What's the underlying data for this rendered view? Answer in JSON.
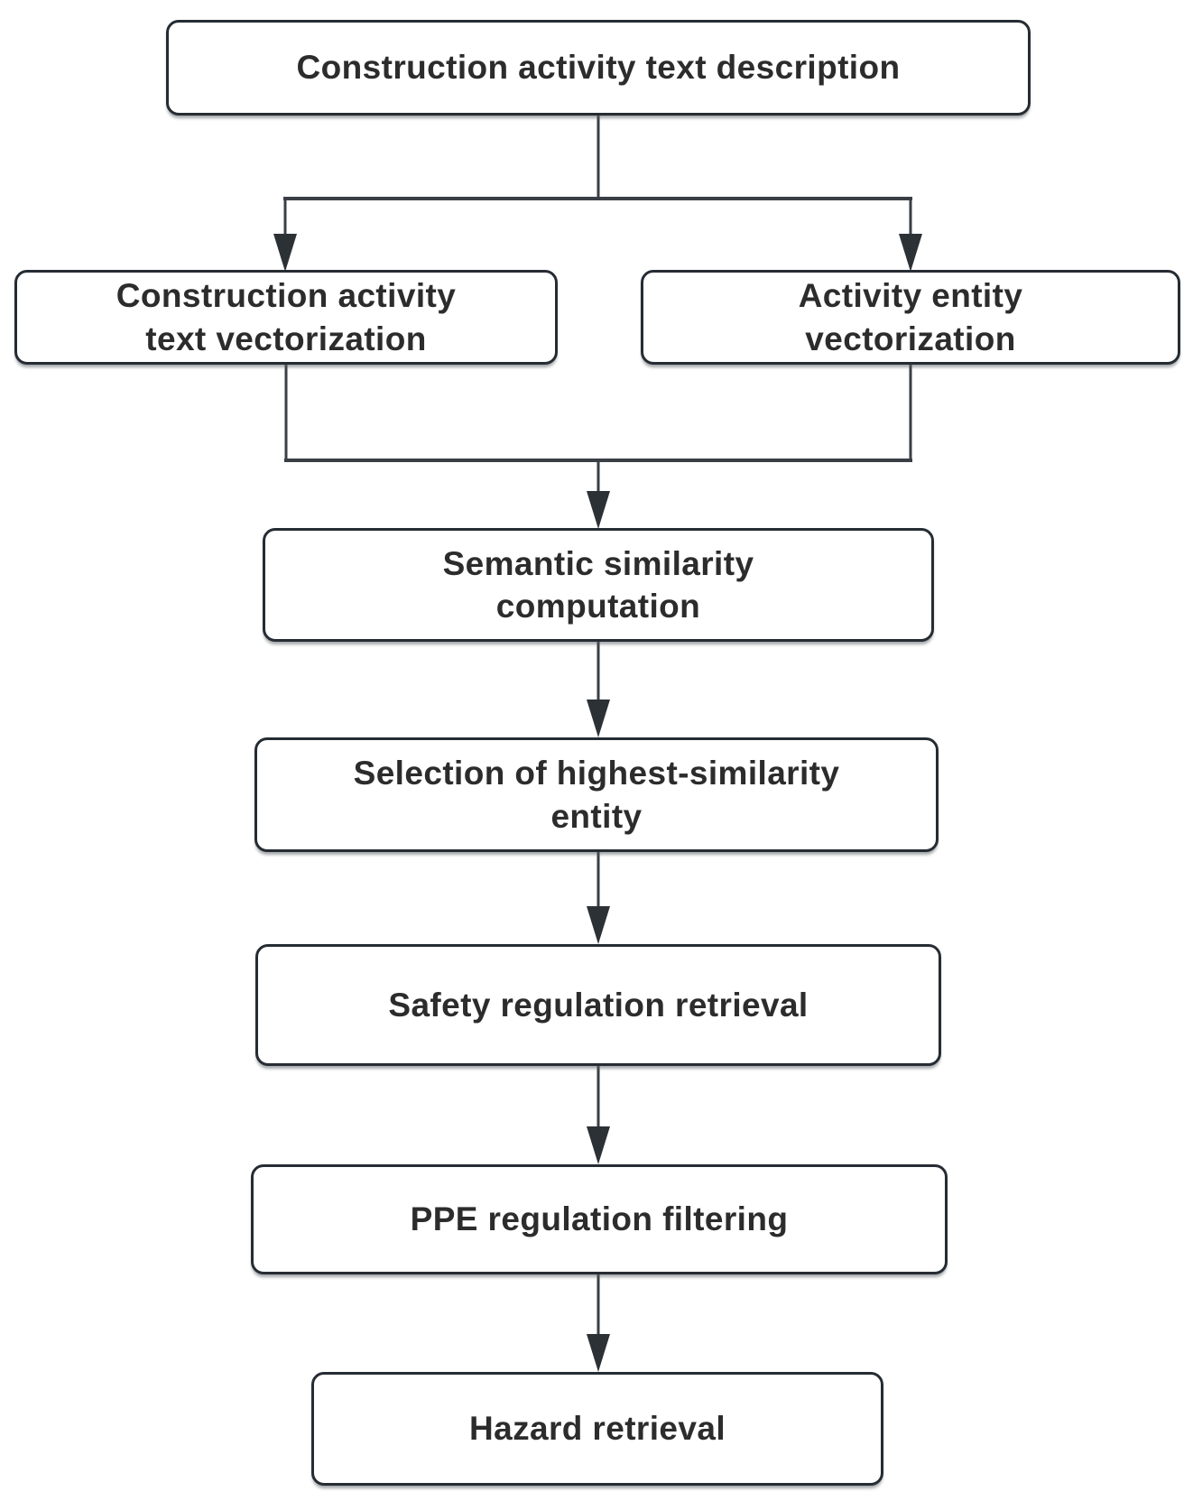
{
  "diagram": {
    "type": "flowchart",
    "direction": "top-down",
    "colors": {
      "background": "#ffffff",
      "box_fill": "#ffffff",
      "box_border": "#262c33",
      "text": "#2c2c2c",
      "connector": "#3a3f45",
      "arrowhead": "#2c3136"
    },
    "nodes": [
      {
        "id": "construction-activity-text-description",
        "label": "Construction activity text description"
      },
      {
        "id": "construction-activity-text-vectorization",
        "label": "Construction activity\ntext vectorization"
      },
      {
        "id": "activity-entity-vectorization",
        "label": "Activity entity\nvectorization"
      },
      {
        "id": "semantic-similarity-computation",
        "label": "Semantic similarity\ncomputation"
      },
      {
        "id": "selection-of-highest-similarity-entity",
        "label": "Selection of highest-similarity\nentity"
      },
      {
        "id": "safety-regulation-retrieval",
        "label": "Safety regulation retrieval"
      },
      {
        "id": "ppe-regulation-filtering",
        "label": "PPE regulation filtering"
      },
      {
        "id": "hazard-retrieval",
        "label": "Hazard retrieval"
      }
    ],
    "edges": [
      {
        "from": "construction-activity-text-description",
        "to": "construction-activity-text-vectorization",
        "arrow": true
      },
      {
        "from": "construction-activity-text-description",
        "to": "activity-entity-vectorization",
        "arrow": true
      },
      {
        "from": "construction-activity-text-vectorization",
        "to": "semantic-similarity-computation",
        "arrow": true
      },
      {
        "from": "activity-entity-vectorization",
        "to": "semantic-similarity-computation",
        "arrow": true
      },
      {
        "from": "semantic-similarity-computation",
        "to": "selection-of-highest-similarity-entity",
        "arrow": true
      },
      {
        "from": "selection-of-highest-similarity-entity",
        "to": "safety-regulation-retrieval",
        "arrow": true
      },
      {
        "from": "safety-regulation-retrieval",
        "to": "ppe-regulation-filtering",
        "arrow": true
      },
      {
        "from": "ppe-regulation-filtering",
        "to": "hazard-retrieval",
        "arrow": true
      }
    ]
  }
}
